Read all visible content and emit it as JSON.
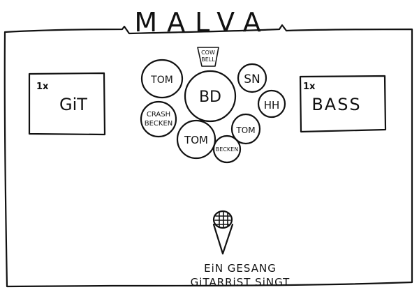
{
  "title": "MALVA",
  "guitar": {
    "count": "1x",
    "label": "GiT"
  },
  "bass": {
    "count": "1x",
    "label": "BASS"
  },
  "drums": {
    "bass_drum": "BD",
    "tom_top_left": "TOM",
    "tom_right": "TOM",
    "tom_floor": "TOM",
    "snare": "SN",
    "hihat": "HH",
    "cowbell": [
      "COW",
      "BELL"
    ],
    "crash": [
      "CRASH",
      "BECKEN"
    ],
    "cymbal": "BECKEN"
  },
  "vocal": {
    "line1": "EiN GESANG",
    "line2": "GiTARRiST SiNGT"
  }
}
